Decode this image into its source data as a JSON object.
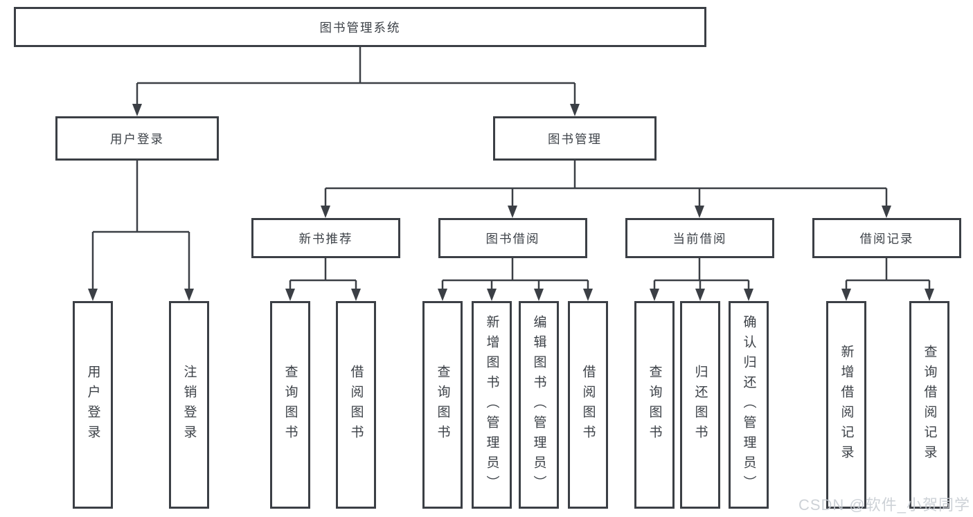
{
  "tree": {
    "root": {
      "label": "图书管理系统",
      "children": [
        {
          "label": "用户登录",
          "children": [
            {
              "label": "用户登录"
            },
            {
              "label": "注销登录"
            }
          ]
        },
        {
          "label": "图书管理",
          "children": [
            {
              "label": "新书推荐",
              "children": [
                {
                  "label": "查询图书"
                },
                {
                  "label": "借阅图书"
                }
              ]
            },
            {
              "label": "图书借阅",
              "children": [
                {
                  "label": "查询图书"
                },
                {
                  "label": "新增图书（管理员）"
                },
                {
                  "label": "编辑图书（管理员）"
                },
                {
                  "label": "借阅图书"
                }
              ]
            },
            {
              "label": "当前借阅",
              "children": [
                {
                  "label": "查询图书"
                },
                {
                  "label": "归还图书"
                },
                {
                  "label": "确认归还（管理员）"
                }
              ]
            },
            {
              "label": "借阅记录",
              "children": [
                {
                  "label": "新增借阅记录"
                },
                {
                  "label": "查询借阅记录"
                }
              ]
            }
          ]
        }
      ]
    }
  },
  "watermark": "CSDN @软件_小贺同学",
  "colors": {
    "line": "#3b3f45",
    "text": "#3d4248",
    "watermark": "#c7ccd2",
    "background": "#ffffff"
  }
}
